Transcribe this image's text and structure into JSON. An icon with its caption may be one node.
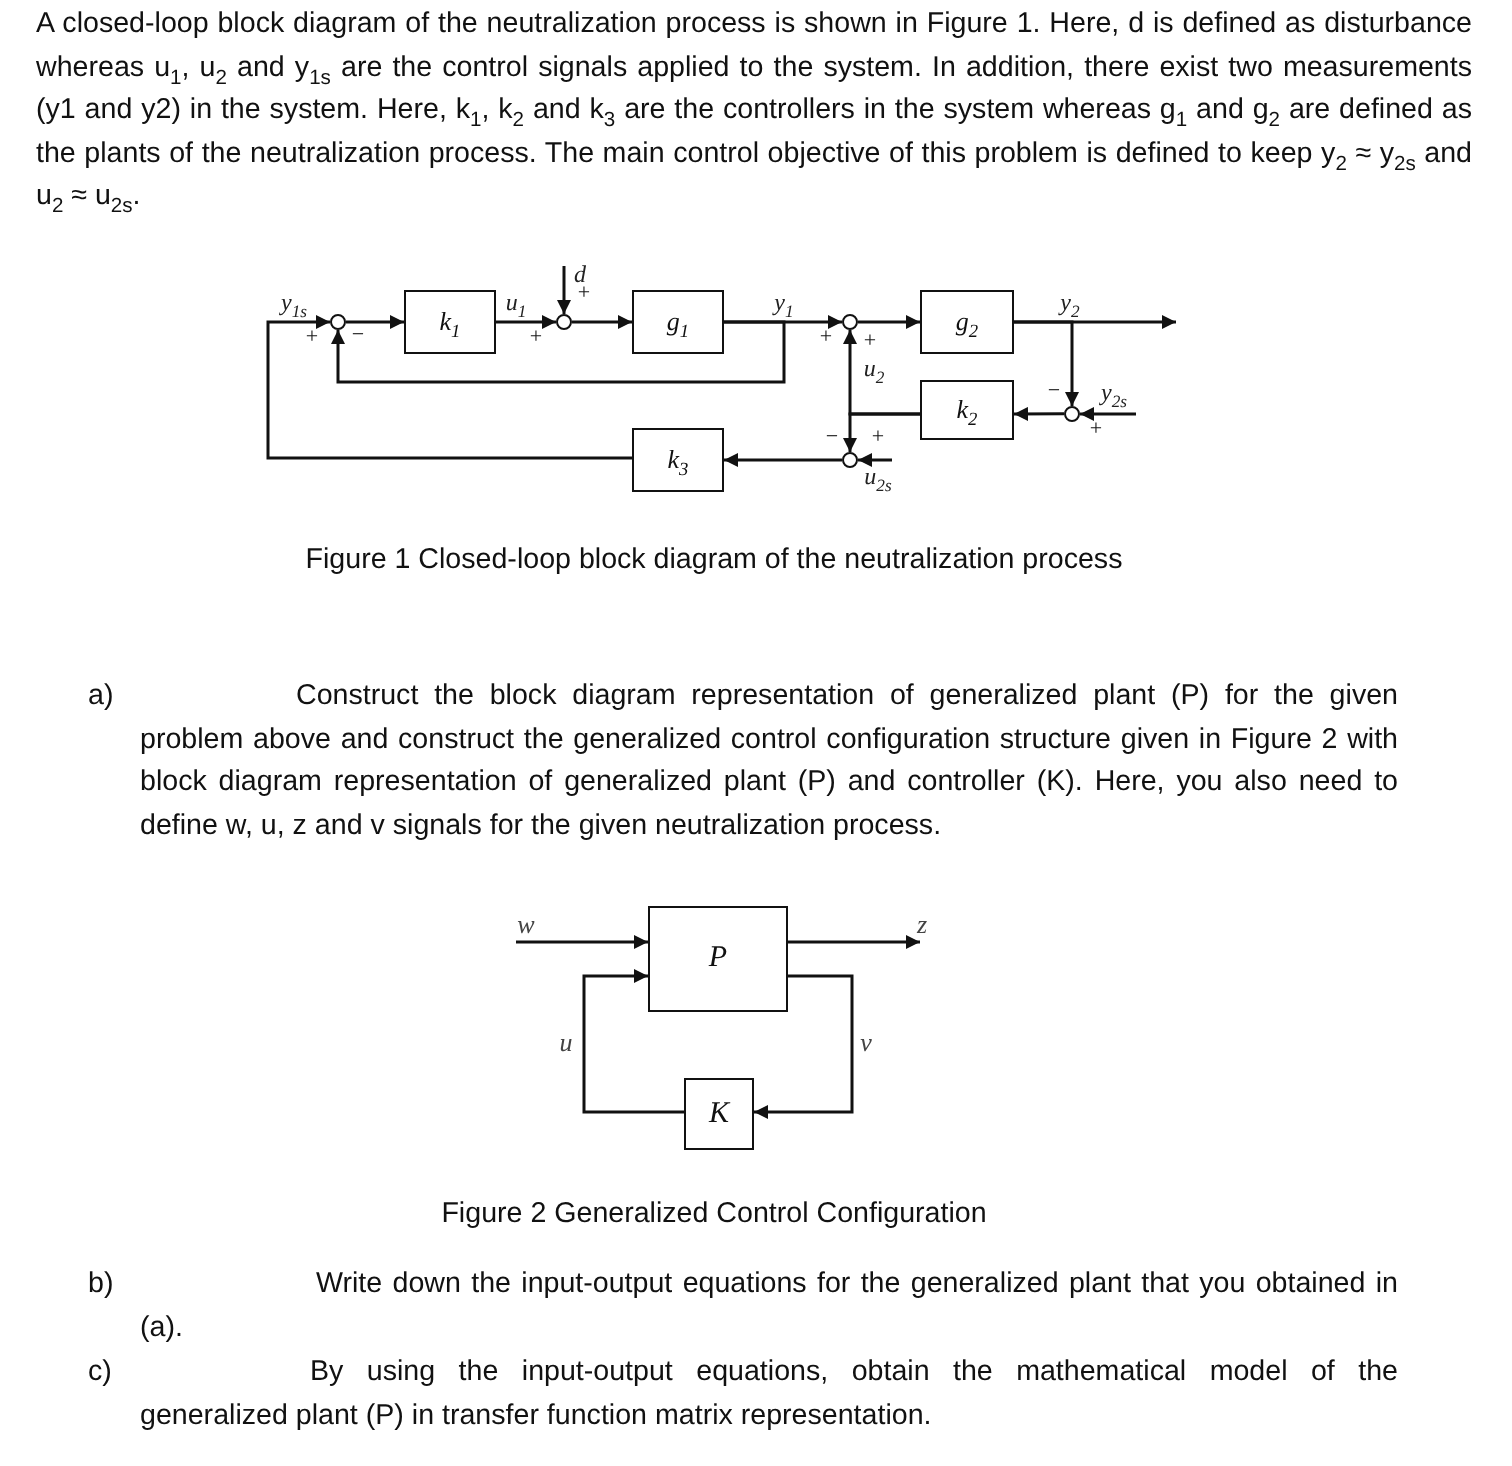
{
  "diagram": {
    "nodes": [
      {
        "text": [],
        "shape": "circle"
      },
      {
        "text": [
          "k$_{1}$"
        ]
      },
      {
        "text": [],
        "shape": "circle"
      },
      {
        "text": [
          "g$_{1}$"
        ]
      },
      {
        "text": [],
        "shape": "circle"
      },
      {
        "text": [
          "g$_{2}$"
        ]
      },
      {
        "text": [
          "k$_{2}$"
        ]
      },
      {
        "text": [],
        "shape": "circle"
      },
      {
        "text": [
          "k$_{3}$"
        ]
      },
      {
        "text": [],
        "shape": "circle"
      },
      {
        "text": [
          "P"
        ]
      },
      {
        "text": [
          "K"
        ]
      }
    ],
    "edges": [
      {
        "from": 0,
        "to": 1,
        "arrow": "to"
      },
      {
        "from": 1,
        "to": 2,
        "arrow": "to",
        "label": "u$_{1}$"
      },
      {
        "from": null,
        "to": 2,
        "arrow": "to",
        "label": "d"
      },
      {
        "from": 2,
        "to": 3,
        "arrow": "to"
      },
      {
        "from": 3,
        "to": 4,
        "arrow": "to",
        "label": "y$_{1}$"
      },
      {
        "from": 3,
        "to": 0,
        "arrow": "to"
      },
      {
        "from": 4,
        "to": 5,
        "arrow": "to"
      },
      {
        "from": 5,
        "to": null,
        "arrow": "to",
        "label": "y$_{2}$"
      },
      {
        "from": 5,
        "to": 7,
        "arrow": "to"
      },
      {
        "from": null,
        "to": 7,
        "arrow": "to",
        "label": "y$_{2s}$"
      },
      {
        "from": 7,
        "to": 6,
        "arrow": "to"
      },
      {
        "from": 6,
        "to": 4,
        "arrow": "to",
        "label": "u$_{2}$"
      },
      {
        "from": 6,
        "to": 9,
        "arrow": "to"
      },
      {
        "from": null,
        "to": 9,
        "arrow": "to",
        "label": "u$_{2s}$"
      },
      {
        "from": 9,
        "to": 8,
        "arrow": "to"
      },
      {
        "from": 8,
        "to": 0,
        "arrow": "to",
        "label": "y$_{1s}$"
      },
      {
        "from": null,
        "to": 10,
        "arrow": "to",
        "label": "w"
      },
      {
        "from": 10,
        "to": null,
        "arrow": "to",
        "label": "z"
      },
      {
        "from": 11,
        "to": 10,
        "arrow": "to",
        "label": "u"
      },
      {
        "from": 10,
        "to": 11,
        "arrow": "to",
        "label": "v"
      }
    ],
    "labels": [
      "A closed-loop block diagram of the neutralization process is shown in Figure 1. Here, d is defined as disturbance whereas u$_{1}$, u$_{2}$ and y$_{1s}$ are the control signals applied to the system. In addition, there exist two measurements (y1 and y2) in the system. Here, k$_{1}$, k$_{2}$ and k$_{3}$ are the controllers in the system whereas g$_{1}$ and g$_{2}$ are defined as the plants of the neutralization process. The main control objective of this problem is defined to keep y$_{2}$ ≈ y$_{2s}$ and u$_{2}$ ≈ u$_{2s}$.",
      "+",
      "+",
      "−",
      "+",
      "+",
      "+",
      "−",
      "−",
      "+",
      "+",
      "Figure 1 Closed-loop block diagram of the neutralization process",
      "a)",
      "Construct the block diagram representation of generalized plant (P) for the given problem above and construct the generalized control configuration structure given in Figure 2 with block diagram representation of generalized plant (P) and controller (K). Here, you also need to define w, u, z and v signals for the given neutralization process.",
      "Figure 2 Generalized Control Configuration",
      "b)",
      "Write down the input-output equations for the generalized plant that you obtained in (a).",
      "c)",
      "By using the input-output equations, obtain the mathematical model of the generalized plant (P) in transfer function matrix representation."
    ]
  }
}
